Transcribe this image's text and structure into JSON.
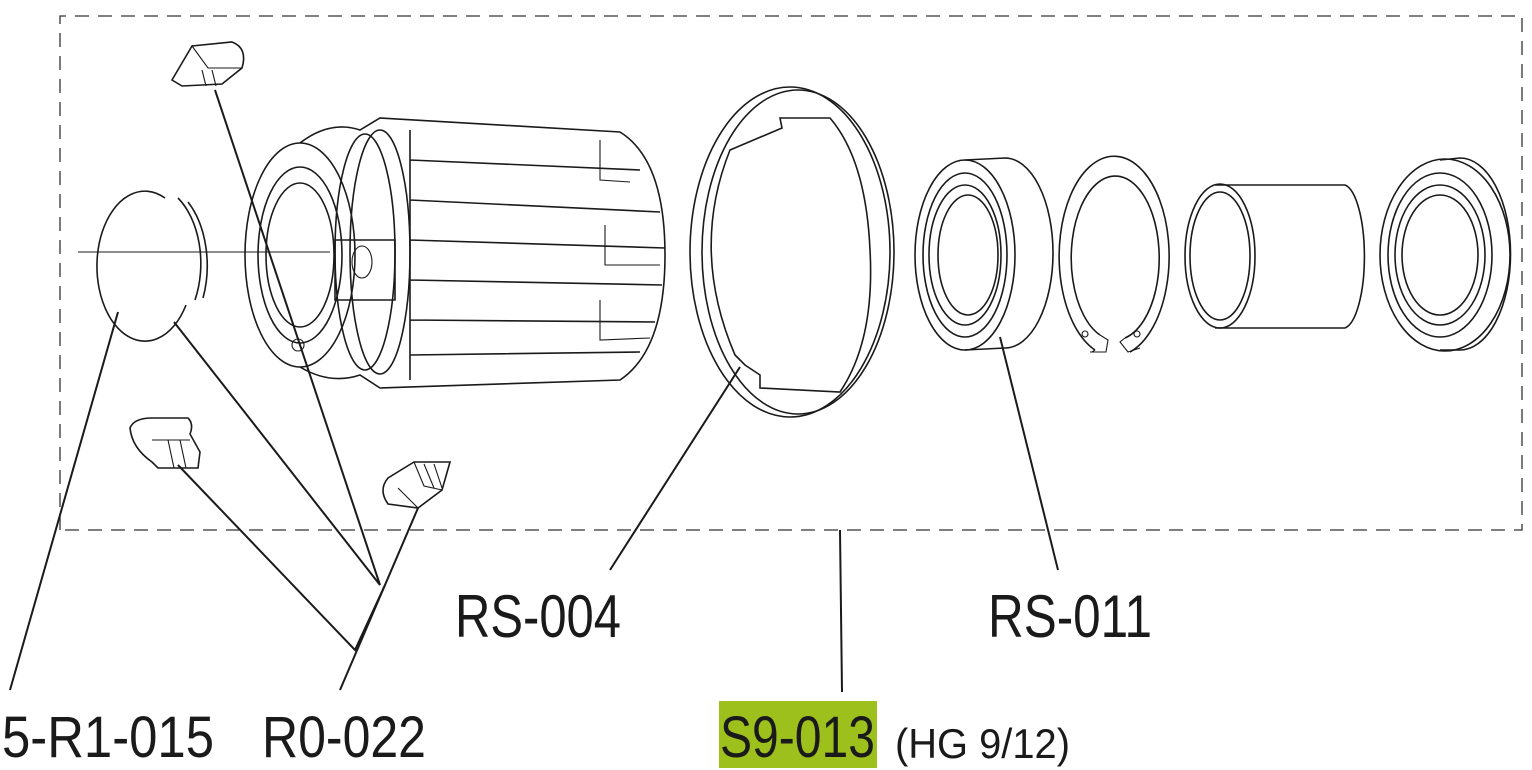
{
  "labels": {
    "snap_ring": "5-R1-015",
    "pawl": "R0-022",
    "spacer": "RS-004",
    "freehub_body": "S9-013",
    "freehub_spec": "(HG 9/12)",
    "bearing": "RS-011"
  },
  "colors": {
    "highlight": "#9dc01c",
    "ink": "#1a1a1a"
  }
}
